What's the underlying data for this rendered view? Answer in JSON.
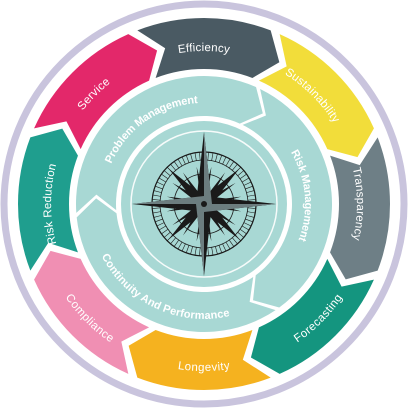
{
  "outer_ring": {
    "segments": [
      {
        "id": "efficiency",
        "label": "Efficiency",
        "color": "#4a5a63"
      },
      {
        "id": "sustainability",
        "label": "Sustainability",
        "color": "#f2dd3a"
      },
      {
        "id": "transparency",
        "label": "Transparency",
        "color": "#6e7f86"
      },
      {
        "id": "forecasting",
        "label": "Forecasting",
        "color": "#14957f"
      },
      {
        "id": "longevity",
        "label": "Longevity",
        "color": "#f5b21f"
      },
      {
        "id": "compliance",
        "label": "Compliance",
        "color": "#f08fb3"
      },
      {
        "id": "risk-reduction",
        "label": "Risk Reduction",
        "color": "#1f9e8e"
      },
      {
        "id": "service",
        "label": "Service",
        "color": "#e3286a"
      }
    ]
  },
  "inner_ring": {
    "color": "#a8d8d4",
    "segments": [
      {
        "id": "problem-management",
        "label": "Problem Management"
      },
      {
        "id": "risk-management",
        "label": "Risk Management"
      },
      {
        "id": "continuity-performance",
        "label": "Continuity And Performance"
      }
    ]
  },
  "colors": {
    "frame": "#c9c4dd",
    "disc": "#ffffff",
    "center": "#a8d8d4",
    "compass": "#1a1a1a"
  },
  "icons": {
    "center": "compass-rose-icon"
  }
}
